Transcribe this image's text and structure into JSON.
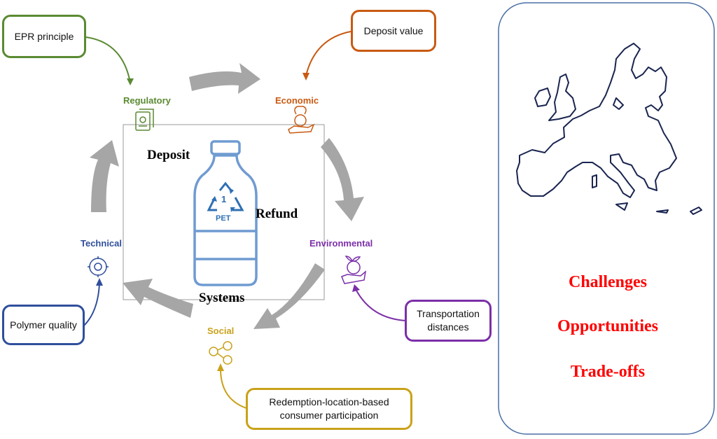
{
  "diagram": {
    "center": {
      "word1": "Deposit",
      "word2": "Refund",
      "word3": "Systems",
      "recycle_code": "1",
      "material": "PET"
    },
    "dimensions": [
      {
        "id": "regulatory",
        "label": "Regulatory",
        "color": "#5a8a32",
        "factor": "EPR principle",
        "icon": "certificate-icon"
      },
      {
        "id": "economic",
        "label": "Economic",
        "color": "#c85a12",
        "factor": "Deposit value",
        "icon": "money-hand-icon"
      },
      {
        "id": "environmental",
        "label": "Environmental",
        "color": "#7b2fa8",
        "factor": "Transportation distances",
        "icon": "earth-hand-icon"
      },
      {
        "id": "social",
        "label": "Social",
        "color": "#c9a21a",
        "factor": "Redemption-location-based consumer participation",
        "icon": "people-network-icon"
      },
      {
        "id": "technical",
        "label": "Technical",
        "color": "#2f4f9c",
        "factor": "Polymer quality",
        "icon": "gear-icon"
      }
    ],
    "cycle_arrow_color": "#a6a6a6",
    "bottle_color": "#6f9bd1"
  },
  "side_panel": {
    "map": "europe-map",
    "items": [
      "Challenges",
      "Opportunities",
      "Trade-offs"
    ],
    "text_color": "#ff0000",
    "border_color": "#4a6fa5"
  }
}
